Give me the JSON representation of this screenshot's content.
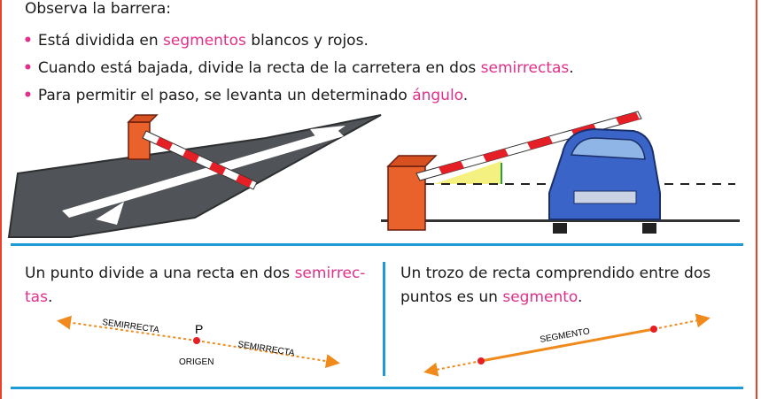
{
  "intro": "Observa la barrera:",
  "bullets": [
    {
      "pre": "Está dividida en ",
      "hl": "segmentos",
      "post": " blancos y rojos."
    },
    {
      "pre": "Cuando está bajada, divide la recta de la carretera en dos ",
      "hl": "semirrectas",
      "post": "."
    },
    {
      "pre": "Para permitir el paso, se levanta un determinado ",
      "hl": "ángulo",
      "post": "."
    }
  ],
  "bullet_symbol": "•",
  "left_text": {
    "pre": "Un punto divide a una recta en dos ",
    "hl": "semirrec-",
    "hl2": "tas",
    "post": "."
  },
  "right_text": {
    "line1": "Un trozo de recta comprendido entre dos",
    "pre": "puntos es un ",
    "hl": "segmento",
    "post": "."
  },
  "diagram_left": {
    "label_left": "SEMIRRECTA",
    "label_point": "P",
    "label_origin": "ORIGEN",
    "label_right": "SEMIRRECTA"
  },
  "diagram_right": {
    "label": "SEGMENTO"
  },
  "colors": {
    "accent": "#e0308a",
    "rule": "#1e9bd7",
    "frame": "#e9412b",
    "segment": "#f08a1c",
    "point": "#e41f26"
  },
  "icons": [
    "road-barrier-illustration",
    "raised-barrier-car-illustration"
  ]
}
